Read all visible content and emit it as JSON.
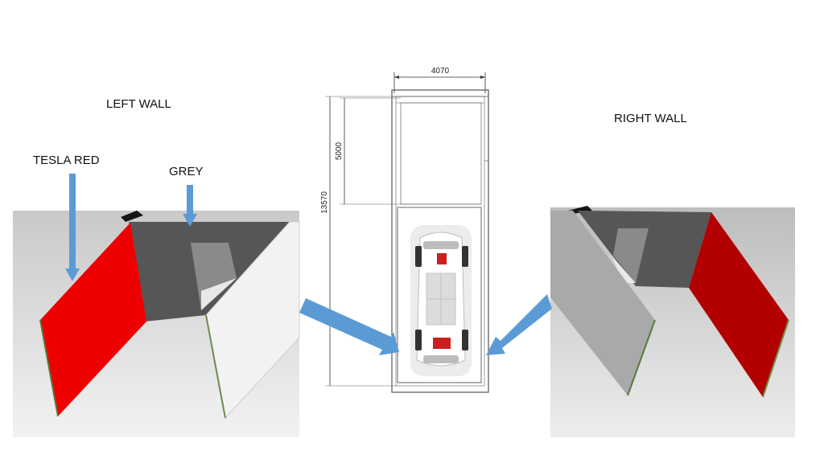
{
  "left_panel": {
    "title": "LEFT WALL",
    "callouts": {
      "red": "TESLA RED",
      "grey": "GREY"
    }
  },
  "right_panel": {
    "title": "RIGHT WALL"
  },
  "floor_plan": {
    "width_dim": "4070",
    "upper_dim": "5000",
    "total_dim": "13570"
  },
  "colors": {
    "tesla_red": "#ee0000",
    "dark_red": "#b20000",
    "grey_wall": "#565656",
    "white_wall": "#f2f2f2",
    "arrow_blue": "#5b9bd5"
  }
}
